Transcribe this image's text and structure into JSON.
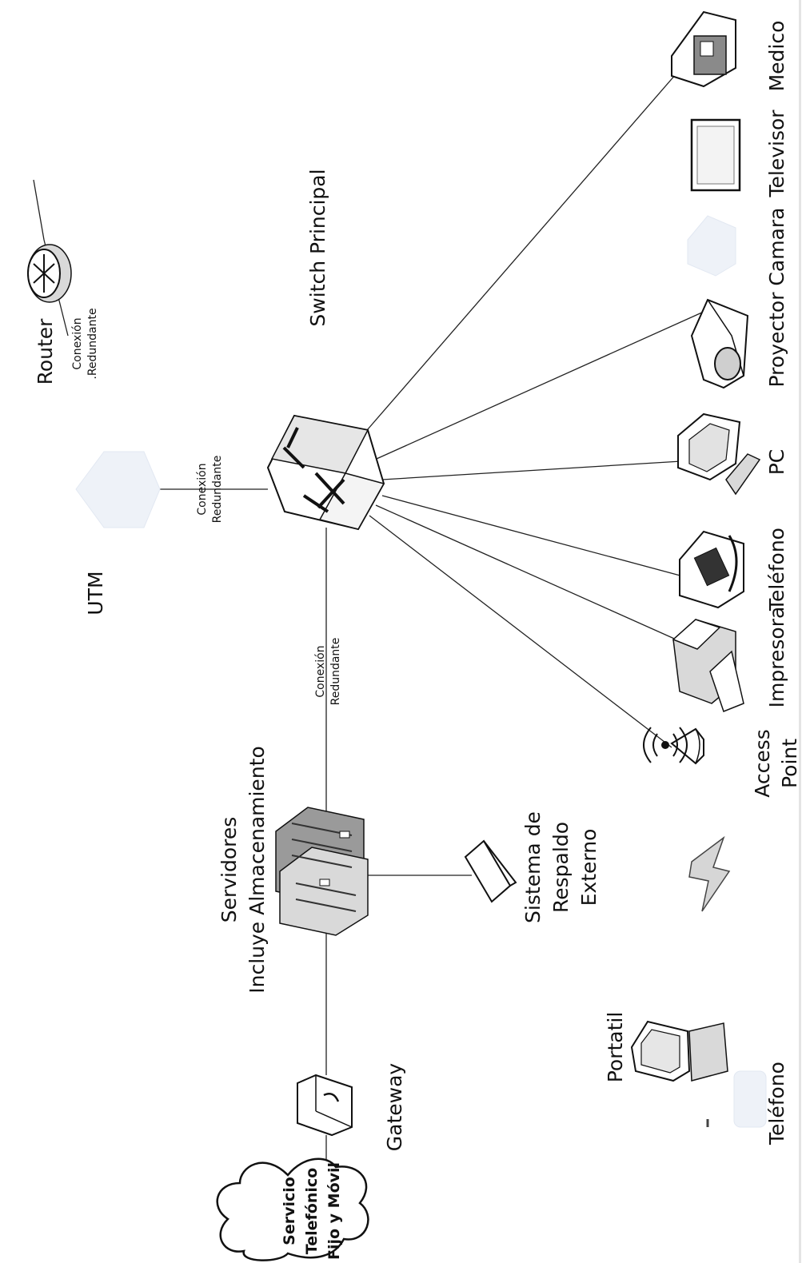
{
  "diagram": {
    "labels": {
      "router": "Router",
      "router_link": [
        "Conexión",
        ".Redundante"
      ],
      "switch": "Switch Principal",
      "utm": "UTM",
      "switch_utm_link": [
        "Conexión",
        "Redundante"
      ],
      "switch_server_link": [
        "Conexión",
        "Redundante"
      ],
      "servers": [
        "Servidores",
        "Incluye Almacenamiento"
      ],
      "gateway": "Gateway",
      "backup": [
        "Sistema de",
        "Respaldo",
        "Externo"
      ],
      "cloud": [
        "Servicio",
        "Telefónico",
        "Fijo y Móvil"
      ],
      "medico": "Medico",
      "televisor": "Televisor",
      "proyector_camara": "Proyector Camara",
      "pc": "PC",
      "telefono": "Teléfono",
      "impresora": "Impresora",
      "access_point": [
        "Access",
        "Point"
      ],
      "portatil": "Portatil",
      "telefono_movil": "Teléfono"
    },
    "icons": [
      "router-icon",
      "switch-icon",
      "utm-icon",
      "server-rack-icon",
      "gateway-icon",
      "backup-storage-icon",
      "cloud-icon",
      "medical-device-icon",
      "television-icon",
      "camera-icon",
      "projector-icon",
      "pc-icon",
      "phone-icon",
      "printer-icon",
      "access-point-icon",
      "wireless-signal-icon",
      "laptop-icon",
      "mobile-phone-icon"
    ]
  }
}
